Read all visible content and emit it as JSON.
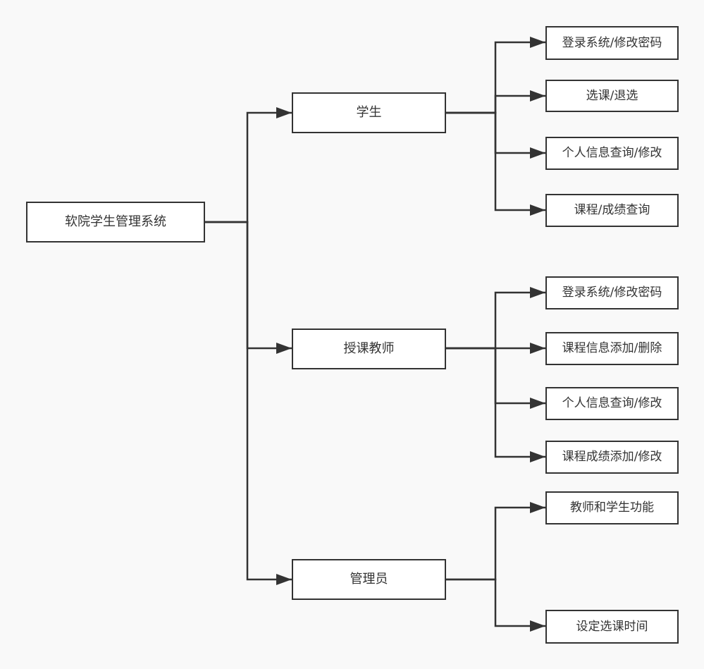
{
  "root": {
    "label": "软院学生管理系统"
  },
  "roles": [
    {
      "label": "学生",
      "functions": [
        "登录系统/修改密码",
        "选课/退选",
        "个人信息查询/修改",
        "课程/成绩查询"
      ]
    },
    {
      "label": "授课教师",
      "functions": [
        "登录系统/修改密码",
        "课程信息添加/删除",
        "个人信息查询/修改",
        "课程成绩添加/修改"
      ]
    },
    {
      "label": "管理员",
      "functions": [
        "教师和学生功能",
        "设定选课时间"
      ]
    }
  ],
  "colors": {
    "background": "#f9f9f9",
    "stroke": "#333333",
    "node_fill": "#ffffff",
    "text": "#333333"
  }
}
